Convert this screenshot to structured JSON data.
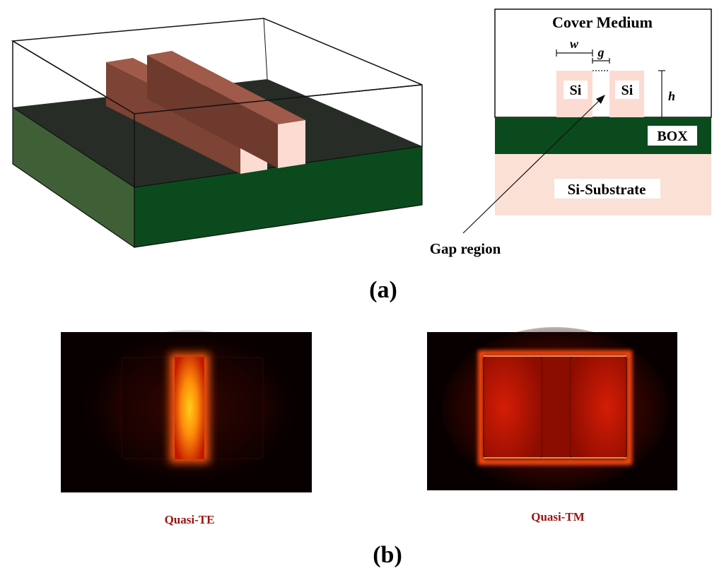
{
  "panel_a": {
    "caption": "(a)",
    "cross_section": {
      "cover_label": "Cover Medium",
      "w_label": "w",
      "g_label": "g",
      "h_label": "h",
      "si_left_label": "Si",
      "si_right_label": "Si",
      "box_label": "BOX",
      "substrate_label": "Si-Substrate"
    },
    "gap_annotation": "Gap region"
  },
  "panel_b": {
    "caption": "(b)",
    "modes": [
      {
        "label": "Quasi-TE"
      },
      {
        "label": "Quasi-TM"
      }
    ]
  },
  "colors": {
    "box_green": "#0b4a1c",
    "silicon_face": "#fcdcd2",
    "silicon_side": "#8b4d3d",
    "substrate": "#fbe0d6",
    "dark_top": "#272d26",
    "mode_label": "#9a1212"
  }
}
